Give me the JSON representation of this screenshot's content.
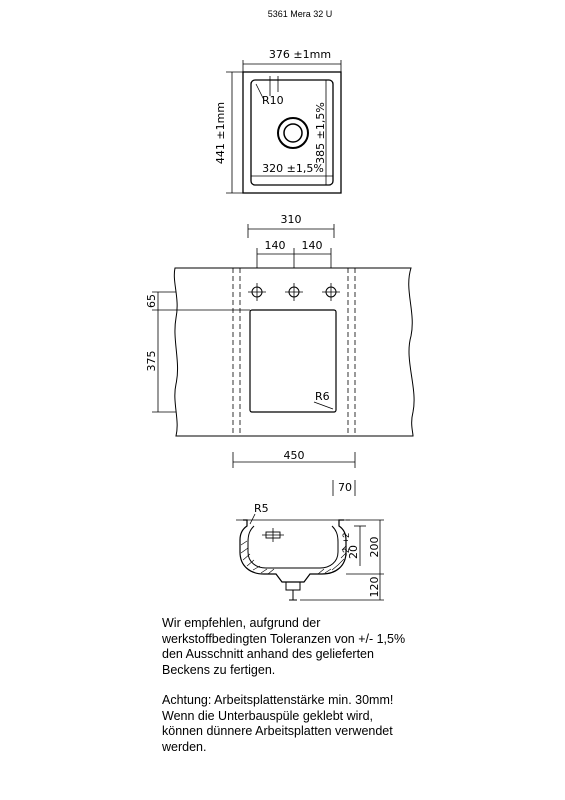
{
  "title": "5361 Mera 32 U",
  "top_view": {
    "outer_width": "376 ±1mm",
    "outer_height": "441 ±1mm",
    "inner_width": "320 ±1,5%",
    "inner_height": "385 ±1,5%",
    "corner_radius": "R10"
  },
  "cutout_view": {
    "tap_hole_span": "310",
    "tap_spacing_left": "140",
    "tap_spacing_right": "140",
    "offset_height": "65",
    "cutout_height": "375",
    "corner_radius": "R6",
    "cutout_width": "450"
  },
  "section_view": {
    "rim_width": "70",
    "corner_radius": "R5",
    "depth": "200",
    "rim_thickness": "20",
    "tolerance_plus": "+2",
    "tolerance_minus": "-2",
    "drain_height": "120"
  },
  "notes": [
    {
      "lines": [
        "Wir empfehlen, aufgrund der",
        "werkstoffbedingten Toleranzen von +/- 1,5%",
        "den Ausschnitt anhand des gelieferten",
        "Beckens zu fertigen."
      ]
    },
    {
      "lines": [
        "Achtung: Arbeitsplattenstärke min. 30mm!",
        "Wenn die Unterbauspüle geklebt wird,",
        "können dünnere Arbeitsplatten verwendet",
        "werden."
      ]
    }
  ]
}
